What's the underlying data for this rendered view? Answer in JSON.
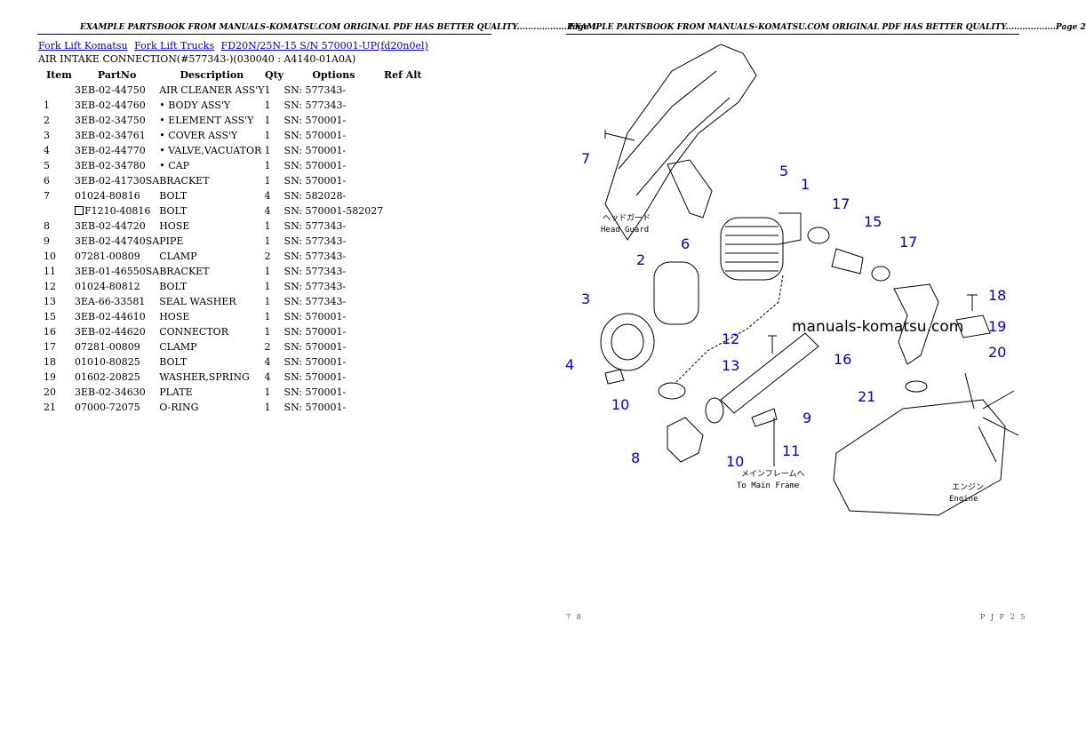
{
  "header": {
    "page1": "EXAMPLE PARTSBOOK FROM MANUALS-KOMATSU.COM ORIGINAL PDF HAS BETTER QUALITY..................Page 1",
    "page2": "EXAMPLE PARTSBOOK FROM MANUALS-KOMATSU.COM ORIGINAL PDF HAS BETTER QUALITY..................Page 2"
  },
  "breadcrumb": [
    "Fork Lift Komatsu",
    "Fork Lift Trucks",
    "FD20N/25N-15 S/N 570001-UP(fd20n0el)"
  ],
  "section_title": "AIR INTAKE CONNECTION(#577343-)(030040 : A4140-01A0A)",
  "table": {
    "headers": [
      "Item",
      "PartNo",
      "Description",
      "Qty",
      "Options",
      "Ref Alt"
    ],
    "rows": [
      {
        "item": "",
        "part": "3EB-02-44750",
        "desc": "AIR CLEANER ASS'Y",
        "qty": "1",
        "opt": "SN: 577343-"
      },
      {
        "item": "1",
        "part": "3EB-02-44760",
        "desc": "• BODY ASS'Y",
        "qty": "1",
        "opt": "SN: 577343-"
      },
      {
        "item": "2",
        "part": "3EB-02-34750",
        "desc": "• ELEMENT ASS'Y",
        "qty": "1",
        "opt": "SN: 570001-"
      },
      {
        "item": "3",
        "part": "3EB-02-34761",
        "desc": "• COVER ASS'Y",
        "qty": "1",
        "opt": "SN: 570001-"
      },
      {
        "item": "4",
        "part": "3EB-02-44770",
        "desc": "• VALVE,VACUATOR",
        "qty": "1",
        "opt": "SN: 570001-"
      },
      {
        "item": "5",
        "part": "3EB-02-34780",
        "desc": "• CAP",
        "qty": "1",
        "opt": "SN: 570001-"
      },
      {
        "item": "6",
        "part": "3EB-02-41730SA",
        "desc": "BRACKET",
        "qty": "1",
        "opt": "SN: 570001-"
      },
      {
        "item": "7",
        "part": "01024-80816",
        "desc": "BOLT",
        "qty": "4",
        "opt": "SN: 582028-"
      },
      {
        "item": "",
        "part": "F1210-40816",
        "desc": "BOLT",
        "qty": "4",
        "opt": "SN: 570001-582027",
        "boxed": true
      },
      {
        "item": "8",
        "part": "3EB-02-44720",
        "desc": "HOSE",
        "qty": "1",
        "opt": "SN: 577343-"
      },
      {
        "item": "9",
        "part": "3EB-02-44740SA",
        "desc": "PIPE",
        "qty": "1",
        "opt": "SN: 577343-"
      },
      {
        "item": "10",
        "part": "07281-00809",
        "desc": "CLAMP",
        "qty": "2",
        "opt": "SN: 577343-"
      },
      {
        "item": "11",
        "part": "3EB-01-46550SA",
        "desc": "BRACKET",
        "qty": "1",
        "opt": "SN: 577343-"
      },
      {
        "item": "12",
        "part": "01024-80812",
        "desc": "BOLT",
        "qty": "1",
        "opt": "SN: 577343-"
      },
      {
        "item": "13",
        "part": "3EA-66-33581",
        "desc": "SEAL WASHER",
        "qty": "1",
        "opt": "SN: 577343-"
      },
      {
        "item": "15",
        "part": "3EB-02-44610",
        "desc": "HOSE",
        "qty": "1",
        "opt": "SN: 570001-"
      },
      {
        "item": "16",
        "part": "3EB-02-44620",
        "desc": "CONNECTOR",
        "qty": "1",
        "opt": "SN: 570001-"
      },
      {
        "item": "17",
        "part": "07281-00809",
        "desc": "CLAMP",
        "qty": "2",
        "opt": "SN: 570001-"
      },
      {
        "item": "18",
        "part": "01010-80825",
        "desc": "BOLT",
        "qty": "4",
        "opt": "SN: 570001-"
      },
      {
        "item": "19",
        "part": "01602-20825",
        "desc": "WASHER,SPRING",
        "qty": "4",
        "opt": "SN: 570001-"
      },
      {
        "item": "20",
        "part": "3EB-02-34630",
        "desc": "PLATE",
        "qty": "1",
        "opt": "SN: 570001-"
      },
      {
        "item": "21",
        "part": "07000-72075",
        "desc": "O-RING",
        "qty": "1",
        "opt": "SN: 570001-"
      }
    ]
  },
  "diagram": {
    "watermark": "manuals-komatsu.com",
    "callouts": [
      "1",
      "2",
      "3",
      "4",
      "5",
      "6",
      "7",
      "8",
      "9",
      "10",
      "10",
      "11",
      "12",
      "13",
      "15",
      "16",
      "17",
      "17",
      "18",
      "19",
      "20",
      "21"
    ],
    "notes": {
      "head_guard_jp": "ヘッドガード",
      "head_guard_en": "Head Guard",
      "main_frame_jp": "メインフレームへ",
      "main_frame_en": "To Main Frame",
      "engine_jp": "エンジン",
      "engine_en": "Engine"
    },
    "footer_left": "7 8",
    "footer_right": "P J F 2 5",
    "callout_color": "#0000cc"
  }
}
